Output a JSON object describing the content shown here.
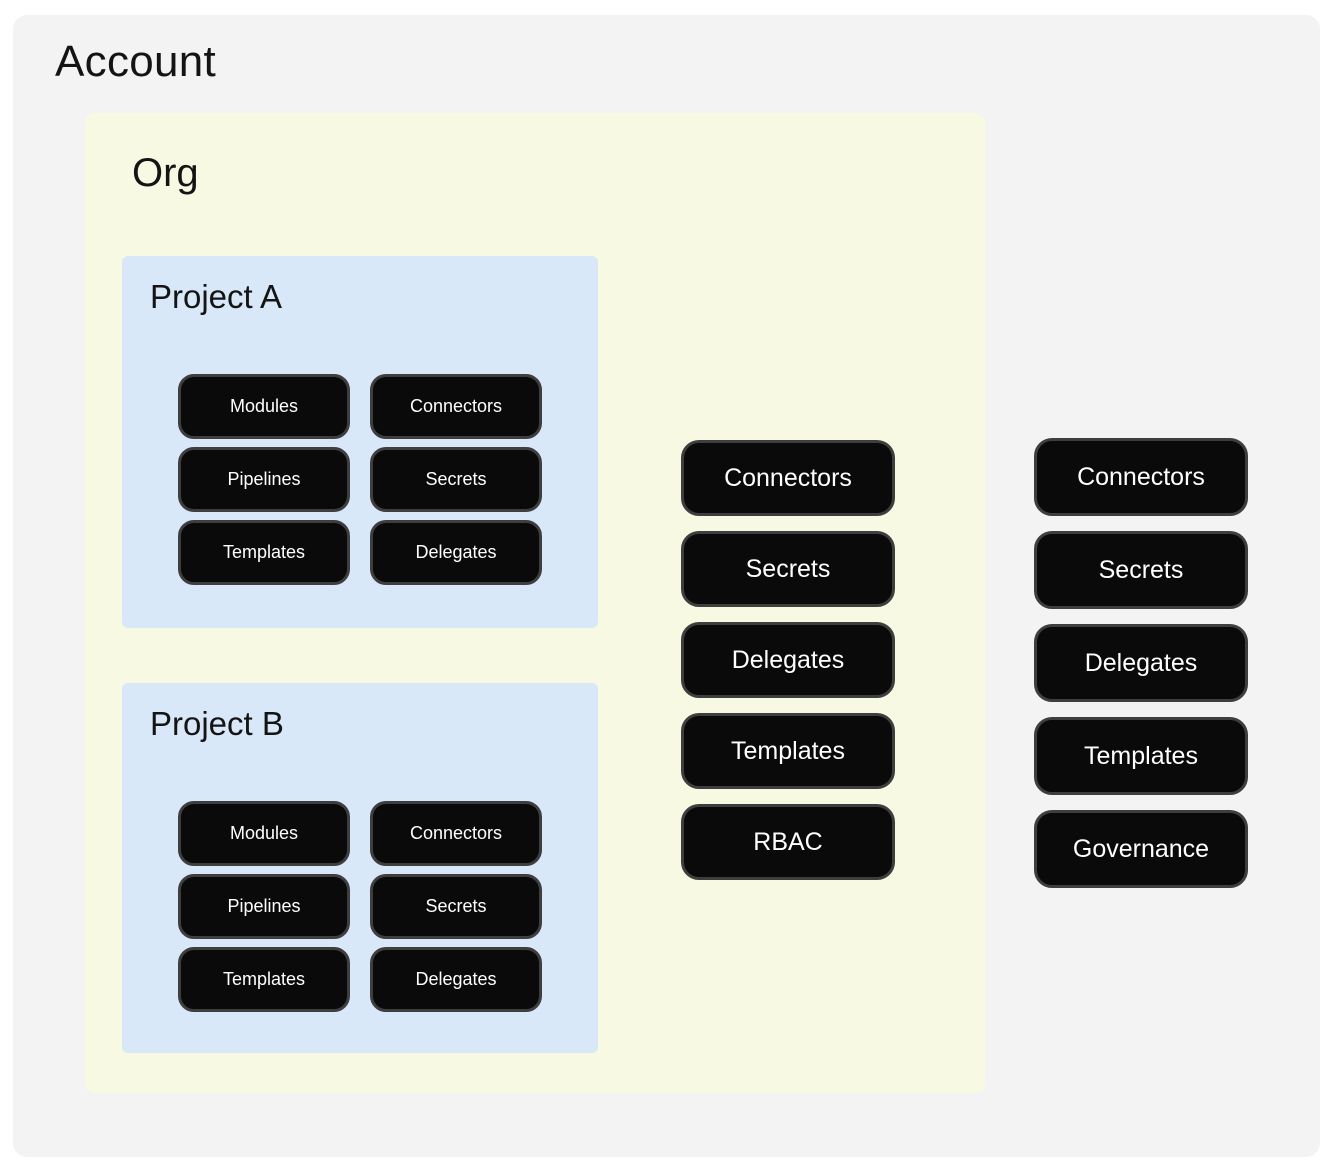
{
  "colors": {
    "page_bg": "#ffffff",
    "account_bg": "#f3f3f3",
    "org_bg": "#f7f9e3",
    "project_bg": "#d9e8f9",
    "node_bg": "#0a0a0a",
    "node_border": "#3e3e3e",
    "node_text": "#ffffff",
    "heading_text": "#141414"
  },
  "account": {
    "title": "Account",
    "resources": [
      "Connectors",
      "Secrets",
      "Delegates",
      "Templates",
      "Governance"
    ],
    "org": {
      "title": "Org",
      "resources": [
        "Connectors",
        "Secrets",
        "Delegates",
        "Templates",
        "RBAC"
      ],
      "projects": [
        {
          "title": "Project A",
          "resources": [
            "Modules",
            "Connectors",
            "Pipelines",
            "Secrets",
            "Templates",
            "Delegates"
          ]
        },
        {
          "title": "Project B",
          "resources": [
            "Modules",
            "Connectors",
            "Pipelines",
            "Secrets",
            "Templates",
            "Delegates"
          ]
        }
      ]
    }
  }
}
